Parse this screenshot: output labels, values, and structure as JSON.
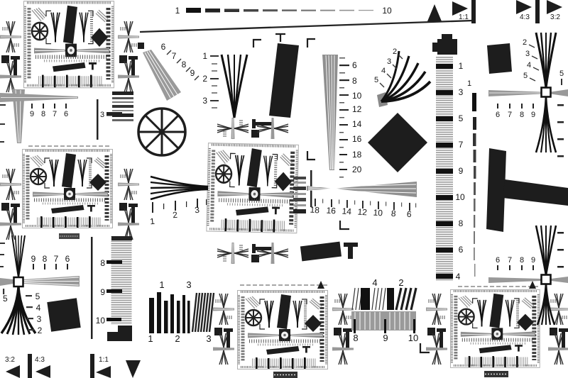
{
  "chart_title": "ISO-12233-style resolution test chart crop",
  "colors": {
    "ink": "#1d1d1d",
    "gray": "#8f8f8f",
    "bg": "#ffffff"
  },
  "aspect_markers": {
    "top_right": [
      "1:1",
      "4:3",
      "3:2"
    ],
    "bottom_left": [
      "3:2",
      "4:3",
      "1:1"
    ]
  },
  "scales": {
    "top_dash": {
      "left": "1",
      "right": "10"
    },
    "right_dash": {
      "top": "1"
    },
    "right_sweep": {
      "labels": [
        "1",
        "3",
        "5",
        "7",
        "9",
        "10",
        "8",
        "6",
        "4"
      ]
    },
    "center_vertical": {
      "labels": [
        "6",
        "8",
        "10",
        "12",
        "14",
        "16",
        "18",
        "20"
      ]
    },
    "center_upper_left": {
      "labels": [
        "1",
        "2",
        "3"
      ]
    },
    "center_lower_left": {
      "labels": [
        "1",
        "2",
        "3"
      ]
    },
    "center_horizontal": {
      "labels": [
        "18",
        "16",
        "14",
        "12",
        "10",
        "8",
        "6"
      ]
    },
    "curved_fan": {
      "labels": [
        "2",
        "3",
        "4",
        "5"
      ]
    },
    "diag_fan": {
      "labels": [
        "6",
        "7",
        "8",
        "9"
      ]
    },
    "right_cross_top": {
      "diagonal": [
        "2",
        "3",
        "4",
        "5"
      ],
      "right": "5",
      "below": [
        "6",
        "7",
        "8",
        "9"
      ]
    },
    "right_cross_bottom": {
      "above": [
        "6",
        "7",
        "8",
        "9"
      ]
    },
    "left_row": {
      "labels": [
        "9",
        "8",
        "7",
        "6"
      ],
      "single": "3"
    },
    "left_cross": {
      "above": [
        "9",
        "8",
        "7",
        "6"
      ],
      "right": [
        "5",
        "4",
        "3",
        "2"
      ],
      "left": "5"
    },
    "left_strip": {
      "labels": [
        "8",
        "9",
        "10"
      ]
    },
    "barcode_left": {
      "top": [
        "1",
        "3"
      ],
      "bottom": [
        "1",
        "2",
        "3"
      ]
    },
    "barcode_right": {
      "top": [
        "4",
        "2"
      ],
      "bottom": [
        "8",
        "9",
        "10"
      ]
    }
  }
}
